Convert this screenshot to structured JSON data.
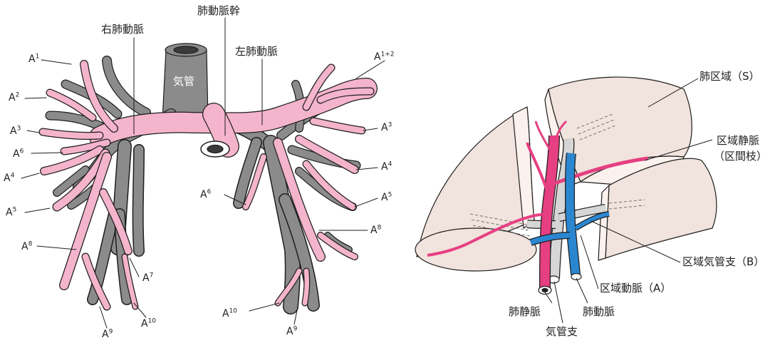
{
  "colors": {
    "artery_pink": "#f4b4cc",
    "bronchus_gray": "#8b8b8b",
    "outline": "#1e1e1e",
    "segment_fill": "#f1e3dd",
    "vein_magenta": "#e63f82",
    "artery_blue": "#2b86d0",
    "bronchus_light": "#d6d6d6"
  },
  "left_figure": {
    "trunk_label": "肺動脈幹",
    "right_artery_label": "右肺動脈",
    "left_artery_label": "左肺動脈",
    "trachea_label": "気管",
    "branch_labels": [
      {
        "base": "A",
        "sup": "1"
      },
      {
        "base": "A",
        "sup": "2"
      },
      {
        "base": "A",
        "sup": "3"
      },
      {
        "base": "A",
        "sup": "6"
      },
      {
        "base": "A",
        "sup": "4"
      },
      {
        "base": "A",
        "sup": "5"
      },
      {
        "base": "A",
        "sup": "8"
      },
      {
        "base": "A",
        "sup": "7"
      },
      {
        "base": "A",
        "sup": "10"
      },
      {
        "base": "A",
        "sup": "9"
      },
      {
        "base": "A",
        "sup": "1+2"
      },
      {
        "base": "A",
        "sup": "3"
      },
      {
        "base": "A",
        "sup": "4"
      },
      {
        "base": "A",
        "sup": "5"
      },
      {
        "base": "A",
        "sup": "6"
      },
      {
        "base": "A",
        "sup": "8"
      },
      {
        "base": "A",
        "sup": "10"
      },
      {
        "base": "A",
        "sup": "9"
      }
    ]
  },
  "right_figure": {
    "lung_segment_label": "肺区域（S）",
    "segmental_vein_label_line1": "区域静脈",
    "segmental_vein_label_line2": "（区間枝）",
    "segmental_bronchus_label": "区域気管支（B）",
    "segmental_artery_label": "区域動脈（A）",
    "pulmonary_vein_label": "肺静脈",
    "pulmonary_artery_label": "肺動脈",
    "bronchus_label": "気管支"
  }
}
